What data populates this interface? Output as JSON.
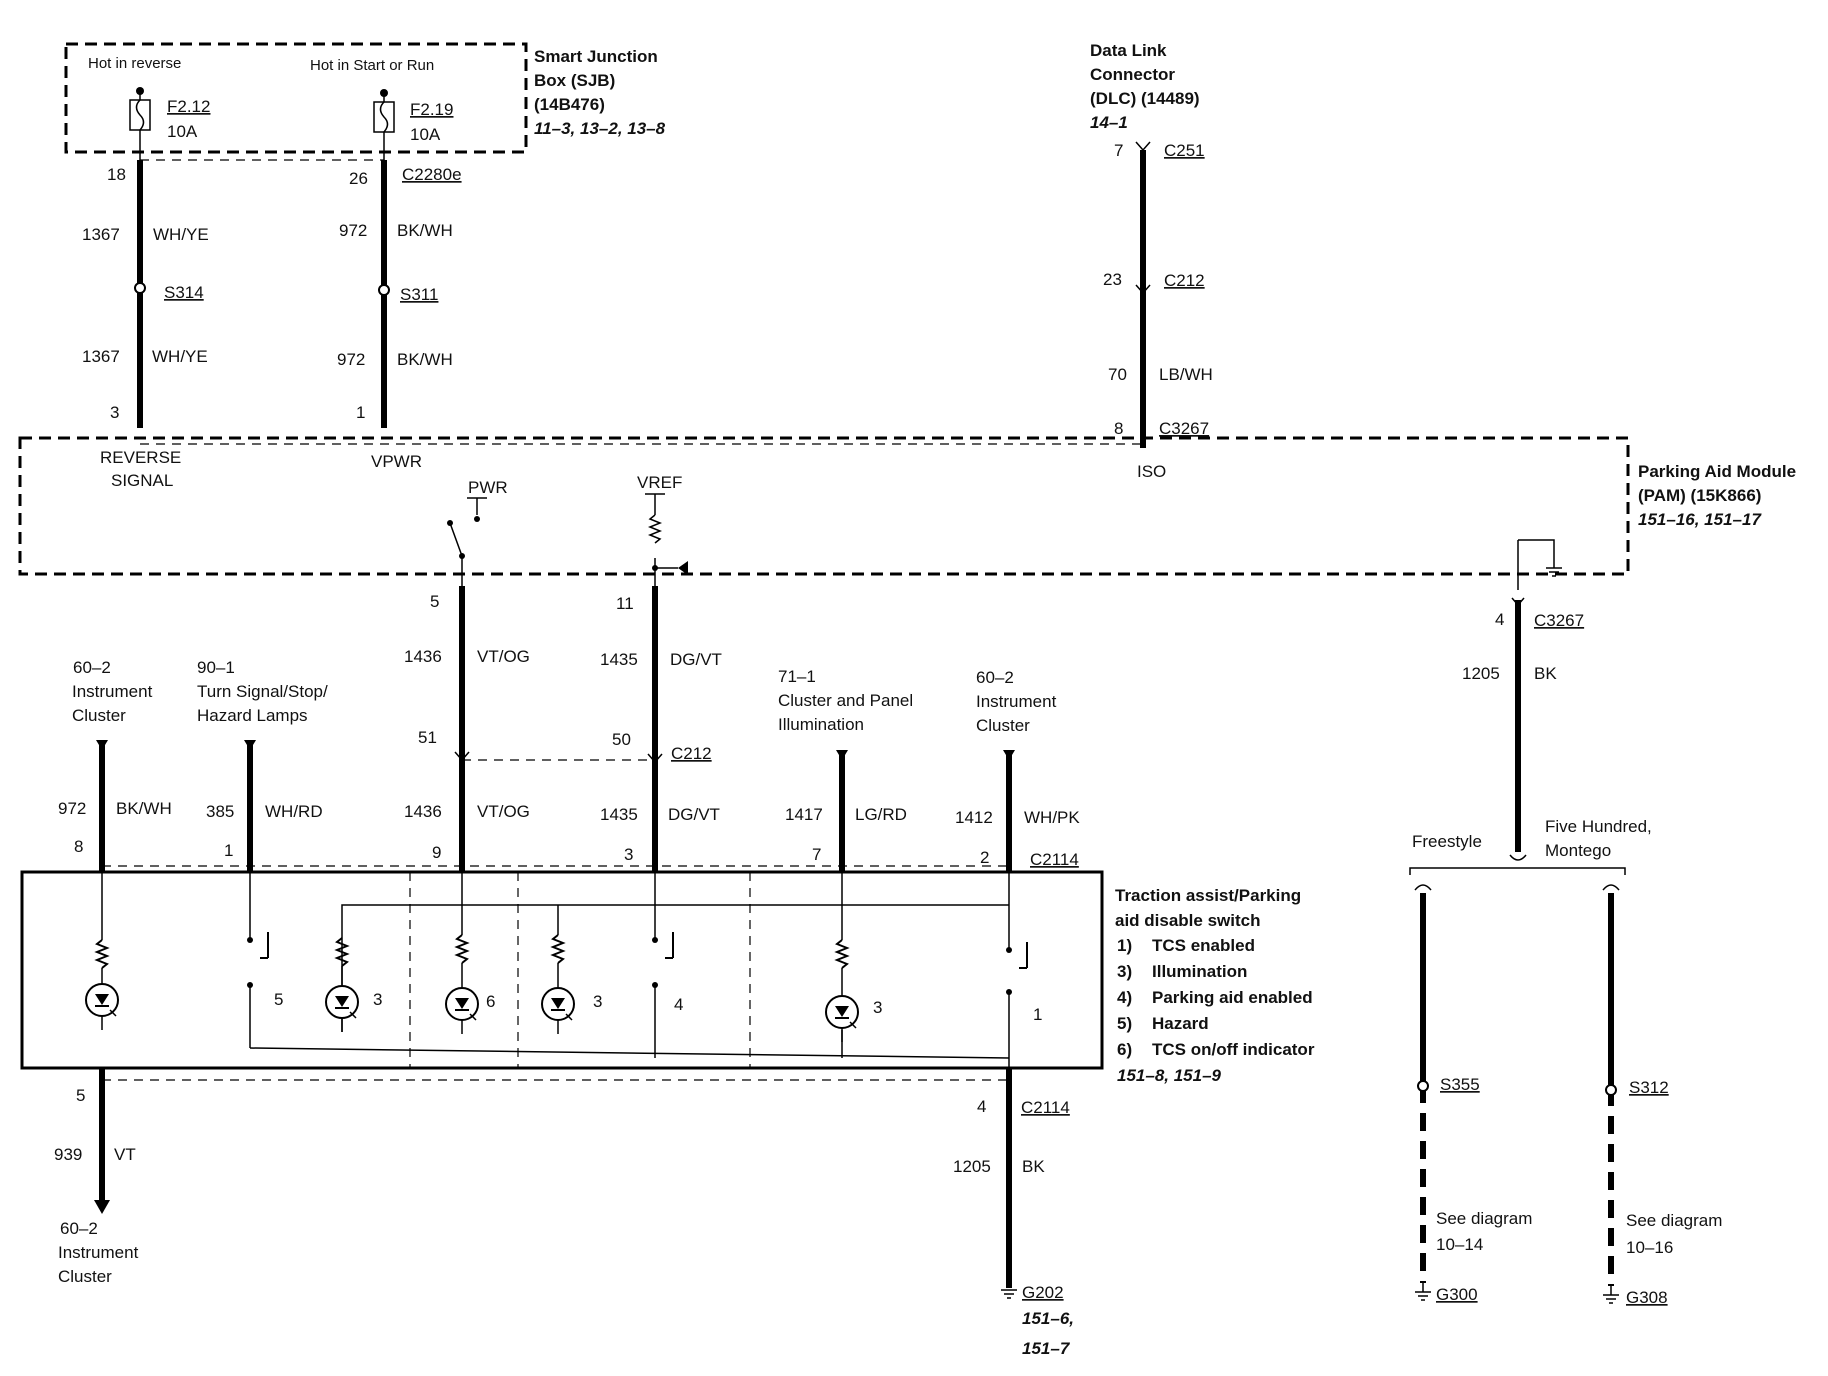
{
  "sjb": {
    "title": [
      "Smart Junction",
      "Box (SJB)",
      "(14B476)"
    ],
    "ref": "11–3, 13–2, 13–8",
    "hot_reverse": "Hot in reverse",
    "hot_start_run": "Hot in Start or Run",
    "fuse1": {
      "id": "F2.12",
      "rating": "10A"
    },
    "fuse2": {
      "id": "F2.19",
      "rating": "10A"
    }
  },
  "dlc": {
    "title": [
      "Data Link",
      "Connector",
      "(DLC) (14489)"
    ],
    "ref": "14–1"
  },
  "pam": {
    "title": [
      "Parking Aid Module",
      "(PAM) (15K866)"
    ],
    "ref": "151–16, 151–17",
    "pins": {
      "reverse": [
        "REVERSE",
        "SIGNAL"
      ],
      "vpwr": "VPWR",
      "iso": "ISO",
      "pwr": "PWR",
      "vref": "VREF"
    }
  },
  "wires": {
    "left1": {
      "pin_top": "18",
      "pin_bottom": "3",
      "circuit": "1367",
      "color": "WH/YE",
      "splice": "S314"
    },
    "left2": {
      "pin_top": "26",
      "pin_bottom": "1",
      "circuit": "972",
      "color": "BK/WH",
      "splice": "S311",
      "connector": "C2280e"
    },
    "dlc_wire": {
      "pin_top": "7",
      "pin_mid": "23",
      "pin_bottom": "8",
      "circuit": "70",
      "color": "LB/WH",
      "c_top": "C251",
      "c_mid": "C212",
      "c_bottom": "C3267"
    },
    "pwr": {
      "pin_top": "5",
      "pin_mid": "51",
      "pin_bottom": "9",
      "circuit": "1436",
      "color": "VT/OG"
    },
    "vref": {
      "pin_top": "11",
      "pin_mid": "50",
      "pin_bottom": "3",
      "circuit": "1435",
      "color": "DG/VT",
      "connector": "C212"
    },
    "gnd": {
      "pin": "4",
      "connector": "C3267",
      "circuit": "1205",
      "color": "BK"
    },
    "ic1": {
      "circuit": "972",
      "color": "BK/WH",
      "pin": "8",
      "dest": [
        "60–2",
        "Instrument",
        "Cluster"
      ]
    },
    "turn": {
      "circuit": "385",
      "color": "WH/RD",
      "pin": "1",
      "dest": [
        "90–1",
        "Turn Signal/Stop/",
        "Hazard Lamps"
      ]
    },
    "illum": {
      "circuit": "1417",
      "color": "LG/RD",
      "pin": "7",
      "dest": [
        "71–1",
        "Cluster and Panel",
        "Illumination"
      ]
    },
    "ic2": {
      "circuit": "1412",
      "color": "WH/PK",
      "pin": "2",
      "connector": "C2114",
      "dest": [
        "60–2",
        "Instrument",
        "Cluster"
      ]
    },
    "bottom_vt": {
      "pin": "5",
      "circuit": "939",
      "color": "VT",
      "dest": [
        "60–2",
        "Instrument",
        "Cluster"
      ]
    },
    "bottom_bk": {
      "pin": "4",
      "connector": "C2114",
      "circuit": "1205",
      "color": "BK",
      "ground": "G202",
      "ref": [
        "151–6,",
        "151–7"
      ]
    }
  },
  "switch": {
    "title": [
      "Traction assist/Parking",
      "aid disable switch"
    ],
    "items": [
      {
        "num": "1)",
        "text": "TCS enabled"
      },
      {
        "num": "3)",
        "text": "Illumination"
      },
      {
        "num": "4)",
        "text": "Parking aid enabled"
      },
      {
        "num": "5)",
        "text": "Hazard"
      },
      {
        "num": "6)",
        "text": "TCS on/off indicator"
      }
    ],
    "ref": "151–8, 151–9",
    "inner": {
      "s5": "5",
      "l3a": "3",
      "l6": "6",
      "l3b": "3",
      "s4": "4",
      "l3c": "3",
      "s1": "1"
    }
  },
  "variants": {
    "freestyle": {
      "label": "Freestyle",
      "splice": "S355",
      "see": "See diagram",
      "diag": "10–14",
      "ground": "G300"
    },
    "five_hundred": {
      "label": [
        "Five Hundred,",
        "Montego"
      ],
      "splice": "S312",
      "see": "See diagram",
      "diag": "10–16",
      "ground": "G308"
    }
  }
}
